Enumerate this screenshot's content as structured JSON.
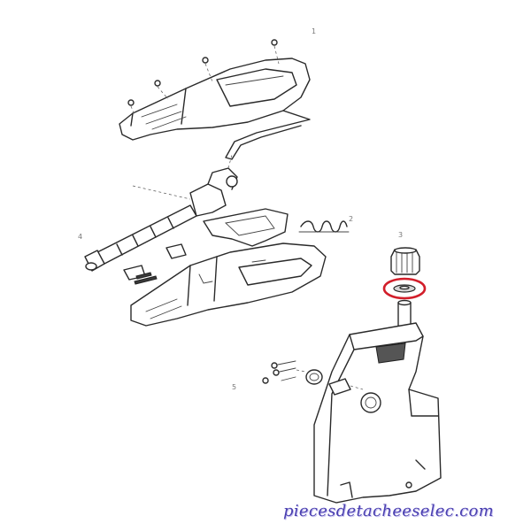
{
  "watermark": {
    "text": "piecesdetacheeselec.com"
  },
  "highlight": {
    "color": "#d21e2a",
    "target": "seal-ring"
  },
  "callout_numbers": [
    "1",
    "2",
    "3",
    "4",
    "5"
  ]
}
